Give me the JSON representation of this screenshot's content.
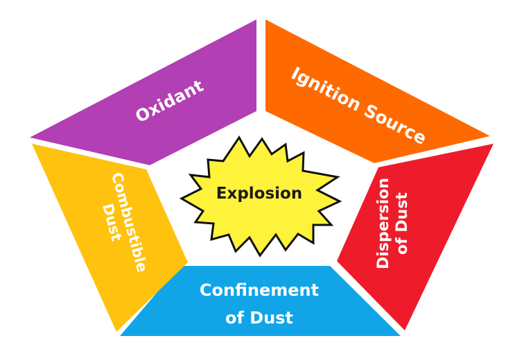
{
  "diagram": {
    "center": {
      "label": "Explosion",
      "color": "#fff23a",
      "outline": "#111111"
    },
    "segments": {
      "oxidant": {
        "label": "Oxidant",
        "color": "#b23fb3"
      },
      "ignition": {
        "label": "Ignition Source",
        "color": "#ff6a00"
      },
      "dispersion": {
        "line1": "Dispersion",
        "line2": "of Dust",
        "color": "#ee1c2b"
      },
      "confinement": {
        "line1": "Confinement",
        "line2": "of Dust",
        "color": "#11a5e8"
      },
      "combustible": {
        "line1": "Combustible",
        "line2": "Dust",
        "color": "#ffc20f"
      }
    }
  }
}
